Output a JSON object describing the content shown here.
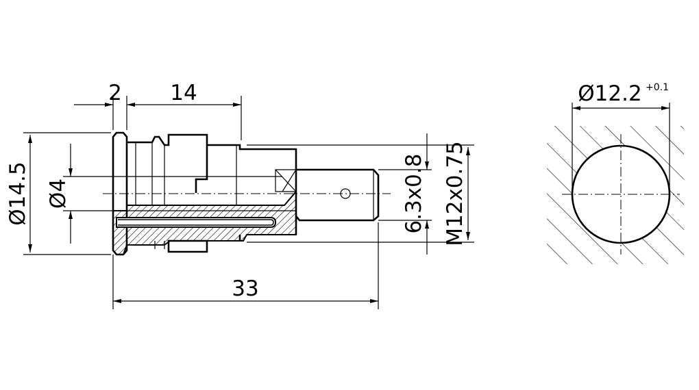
{
  "dimensions": {
    "flange_width": "2",
    "body_length": "14",
    "overall_length": "33",
    "outer_diameter": "Ø14.5",
    "bore_diameter": "Ø4",
    "tab_size": "6.3x0.8",
    "thread": "M12x0.75",
    "panel_hole": "Ø12.2",
    "panel_hole_tolerance": "+0.1"
  },
  "colors": {
    "line": "#000000",
    "background": "#ffffff"
  }
}
